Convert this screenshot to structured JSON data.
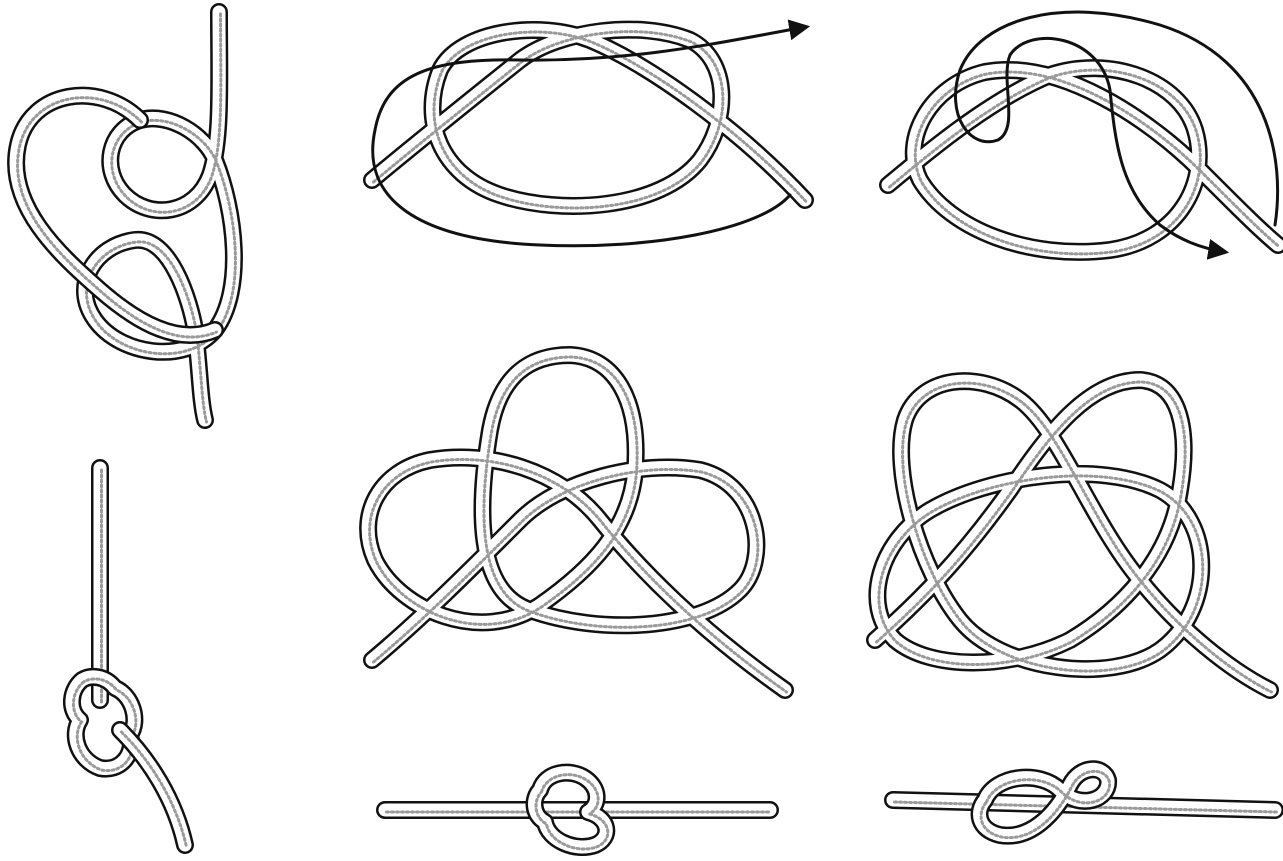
{
  "figure": {
    "background": "#ffffff",
    "ink_color": "#111111",
    "rope_fill_color": "#ffffff",
    "panels": [
      {
        "id": "panel-1",
        "content": "overhand-loop-with-tail",
        "arrows": 0
      },
      {
        "id": "panel-2",
        "content": "pretzel-loop-with-arrow",
        "arrows": 1
      },
      {
        "id": "panel-3",
        "content": "pretzel-loop-with-arrow-back",
        "arrows": 1
      },
      {
        "id": "panel-4",
        "content": "three-lobed-knot-loose",
        "arrows": 0
      },
      {
        "id": "panel-5",
        "content": "interwoven-knot-loose",
        "arrows": 0
      },
      {
        "id": "panel-6",
        "content": "tightened-knot-on-vertical-rope",
        "arrows": 0
      },
      {
        "id": "panel-7",
        "content": "tightened-knot-on-horizontal-rope",
        "arrows": 0
      },
      {
        "id": "panel-8",
        "content": "tightened-figure-eight-on-horizontal-rope",
        "arrows": 0
      }
    ]
  }
}
